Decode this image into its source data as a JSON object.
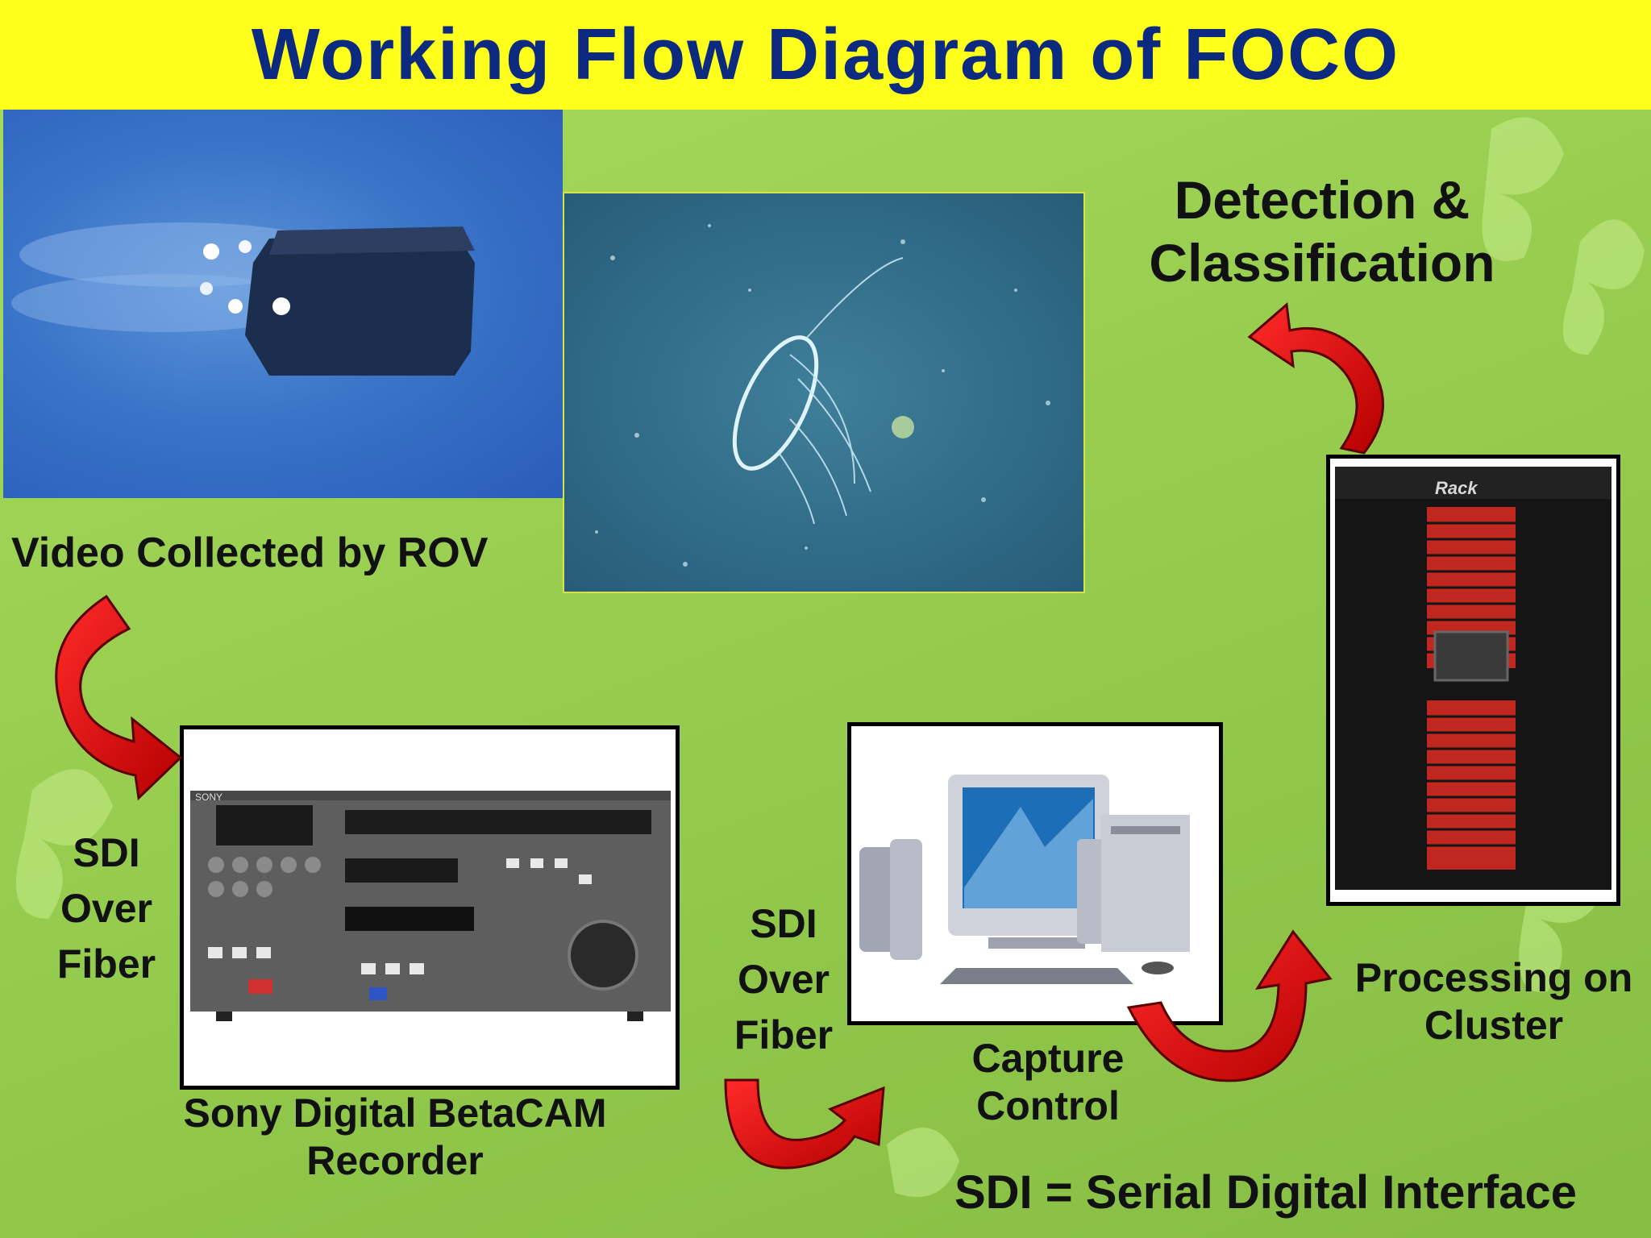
{
  "title": "Working Flow Diagram of FOCO",
  "steps": {
    "rov": "Video Collected by ROV",
    "recorder": "Sony Digital BetaCAM Recorder",
    "capture": "Capture Control",
    "processing": "Processing on Cluster",
    "detection": "Detection & Classification"
  },
  "links": {
    "sdi_1": "SDI Over Fiber",
    "sdi_2": "SDI Over Fiber"
  },
  "footnote": "SDI = Serial Digital Interface",
  "device_text": {
    "recorder_brand": "SONY",
    "rack_brand": "Rack"
  },
  "colors": {
    "title_bg": "#ffff1e",
    "title_text": "#0c2a80",
    "arrow_fill": "#e3000f",
    "background": "#9bd052"
  }
}
